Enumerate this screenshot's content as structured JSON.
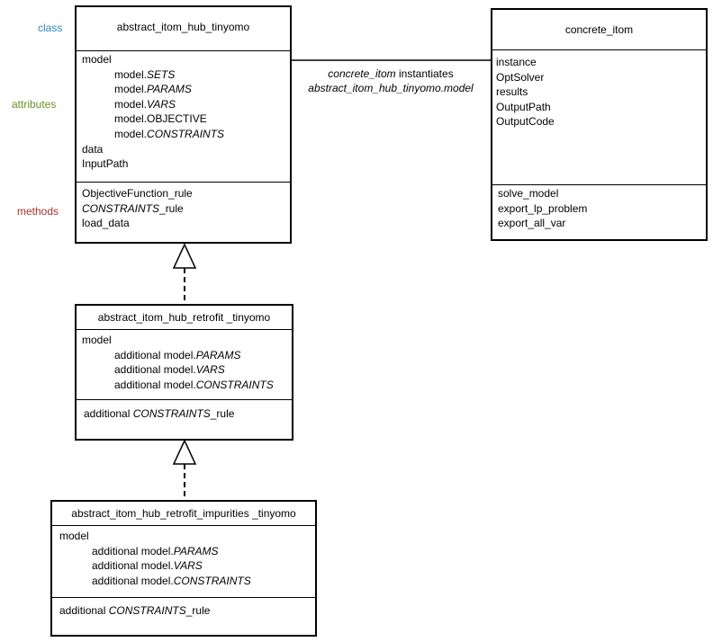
{
  "legend": {
    "class": {
      "text": "class",
      "color": "#2e86c1"
    },
    "attributes": {
      "text": "attributes",
      "color": "#6b8e23"
    },
    "methods": {
      "text": "methods",
      "color": "#a93226"
    }
  },
  "classes": {
    "hub": {
      "name": "abstract_itom_hub_tinyomo",
      "attrs": [
        {
          "plain": "model"
        },
        {
          "plain": "model.",
          "it": "SETS"
        },
        {
          "plain": "model.",
          "it": "PARAMS"
        },
        {
          "plain": "model.",
          "it": "VARS"
        },
        {
          "plain": "model.OBJECTIVE"
        },
        {
          "plain": "model.",
          "it": "CONSTRAINTS"
        },
        {
          "plain": "data"
        },
        {
          "plain": "InputPath"
        }
      ],
      "methods": [
        {
          "plain": "ObjectiveFunction_rule"
        },
        {
          "it": "CONSTRAINTS",
          "plain2": "_rule"
        },
        {
          "plain": "load_data"
        }
      ]
    },
    "concrete": {
      "name": "concrete_itom",
      "attrs": [
        {
          "plain": "instance"
        },
        {
          "plain": "OptSolver"
        },
        {
          "plain": "results"
        },
        {
          "plain": "OutputPath"
        },
        {
          "plain": "OutputCode"
        }
      ],
      "methods": [
        {
          "plain": "solve_model"
        },
        {
          "plain": "export_lp_problem"
        },
        {
          "plain": "export_all_var"
        }
      ]
    },
    "retrofit": {
      "name": "abstract_itom_hub_retrofit _tinyomo",
      "attrs": [
        {
          "plain": "model"
        },
        {
          "plain": "additional model.",
          "it": "PARAMS"
        },
        {
          "plain": "additional model.",
          "it": "VARS"
        },
        {
          "plain": "additional model.",
          "it": "CONSTRAINTS"
        }
      ],
      "methods": [
        {
          "plain": "additional ",
          "it": "CONSTRAINTS",
          "plain2": "_rule"
        }
      ]
    },
    "impurities": {
      "name": "abstract_itom_hub_retrofit_impurities _tinyomo",
      "attrs": [
        {
          "plain": "model"
        },
        {
          "plain": "additional model.",
          "it": "PARAMS"
        },
        {
          "plain": "additional model.",
          "it": "VARS"
        },
        {
          "plain": "additional model.",
          "it": "CONSTRAINTS"
        }
      ],
      "methods": [
        {
          "plain": "additional ",
          "it": "CONSTRAINTS",
          "plain2": "_rule"
        }
      ]
    }
  },
  "association": {
    "line1_it": "concrete_itom",
    "line1_plain": " instantiates",
    "line2_it": "abstract_itom_hub_tinyomo.model"
  }
}
